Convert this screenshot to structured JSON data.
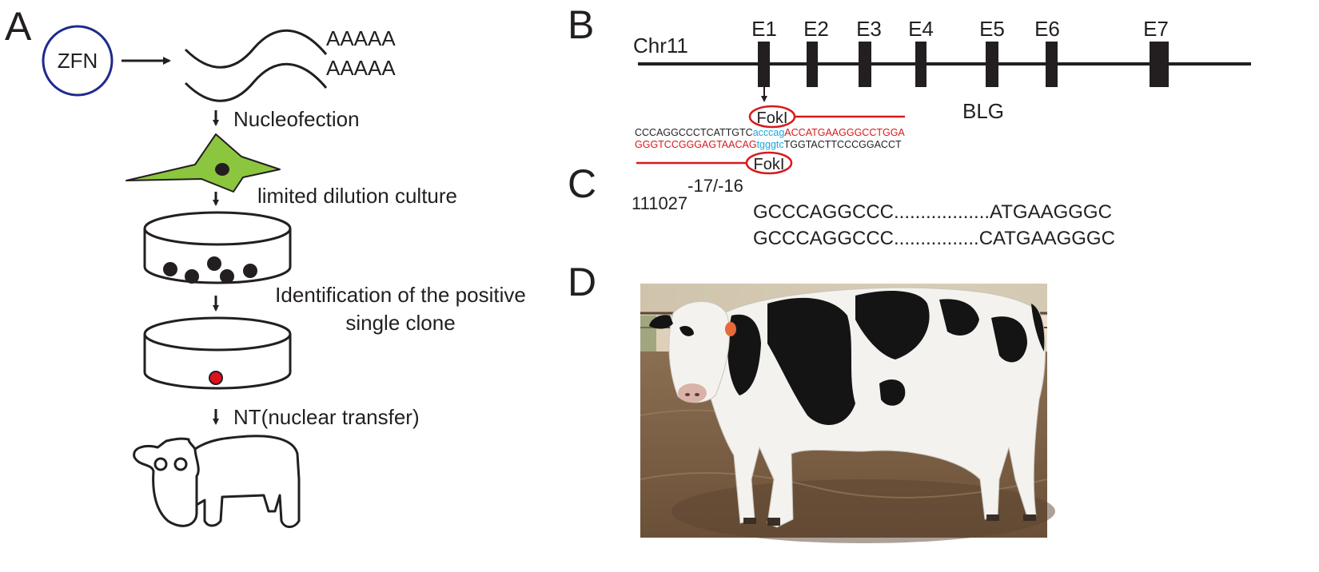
{
  "panels": {
    "a": "A",
    "b": "B",
    "c": "C",
    "d": "D"
  },
  "panel_a": {
    "zfn": "ZFN",
    "polya_1": "AAAAA",
    "polya_2": "AAAAA",
    "step_nucleofection": "Nucleofection",
    "step_dilution": "limited dilution culture",
    "step_identification_line1": "Identification of the positive",
    "step_identification_line2": "single clone",
    "step_nt": "NT(nuclear transfer)"
  },
  "panel_b": {
    "chromosome": "Chr11",
    "gene": "BLG",
    "exons": [
      "E1",
      "E2",
      "E3",
      "E4",
      "E5",
      "E6",
      "E7"
    ],
    "fokl_top": "FokI",
    "fokl_bottom": "FokI",
    "seq_top": {
      "black": "CCCAGGCCCTCATTGTC",
      "blue": "acccag",
      "red": "ACCATGAAGGGCCTGGA"
    },
    "seq_bottom": {
      "red": "GGGTCCGGGAGTAACAG",
      "blue": "tgggtc",
      "black": "TGGTACTTCCCGGACCT"
    }
  },
  "panel_c": {
    "clone_id": "111027",
    "genotype": "-17/-16",
    "allele_1": "GCCCAGGCCC..................ATGAAGGGC",
    "allele_2": "GCCCAGGCCC................CATGAAGGGC"
  },
  "colors": {
    "ink": "#231f20",
    "zfn_circle": "#1e2a8c",
    "cell_green": "#8cc63f",
    "red": "#d7191c",
    "blue": "#1aa7e0"
  }
}
